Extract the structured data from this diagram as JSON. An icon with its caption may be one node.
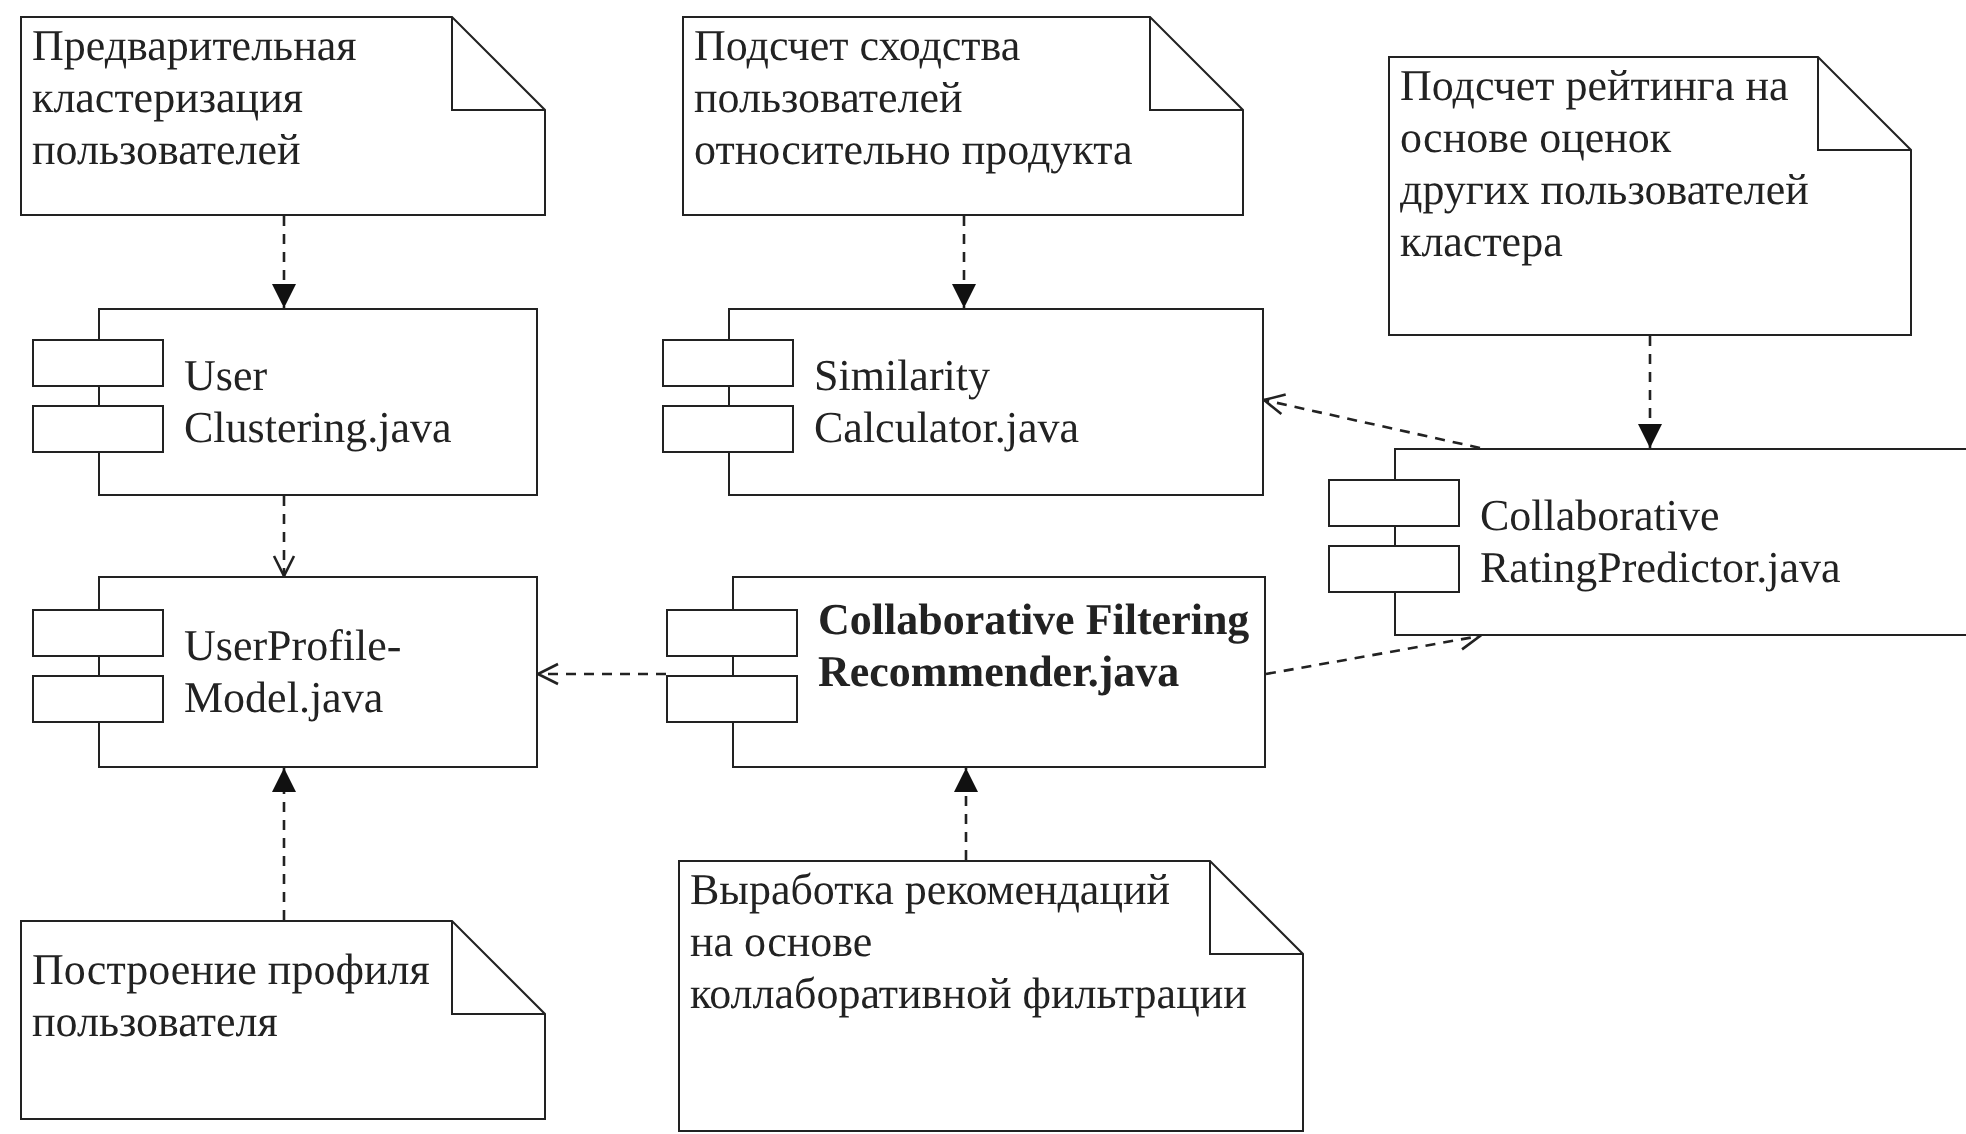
{
  "diagram": {
    "nodes": [
      {
        "text": [
          "Предварительная кластеризация пользователей"
        ]
      },
      {
        "text": [
          "Подсчет сходства пользователей относительно продукта"
        ]
      },
      {
        "text": [
          "Подсчет рейтинга на основе оценок других пользователей кластера"
        ]
      },
      {
        "text": [
          "User Clustering.java"
        ]
      },
      {
        "text": [
          "Similarity Calculator.java"
        ]
      },
      {
        "text": [
          "Collaborative RatingPredictor.java"
        ]
      },
      {
        "text": [
          "UserProfile- Model.java"
        ]
      },
      {
        "text": [
          "Collaborative Filtering Recommender.java"
        ]
      },
      {
        "text": [
          "Построение профиля пользователя"
        ]
      },
      {
        "text": [
          "Выработка рекомендаций на основе коллаборативной фильтрации"
        ]
      }
    ],
    "edges": [
      {
        "from": 0,
        "to": 3,
        "arrow": "to",
        "style": "dashed"
      },
      {
        "from": 1,
        "to": 4,
        "arrow": "to",
        "style": "dashed"
      },
      {
        "from": 2,
        "to": 5,
        "arrow": "to",
        "style": "dashed"
      },
      {
        "from": 3,
        "to": 6,
        "arrow": "to",
        "style": "dashed"
      },
      {
        "from": 7,
        "to": 6,
        "arrow": "to",
        "style": "dashed"
      },
      {
        "from": 5,
        "to": 4,
        "arrow": "to",
        "style": "dashed"
      },
      {
        "from": 7,
        "to": 5,
        "arrow": "to",
        "style": "dashed"
      },
      {
        "from": 8,
        "to": 6,
        "arrow": "to",
        "style": "dashed"
      },
      {
        "from": 9,
        "to": 7,
        "arrow": "to",
        "style": "dashed"
      }
    ]
  }
}
